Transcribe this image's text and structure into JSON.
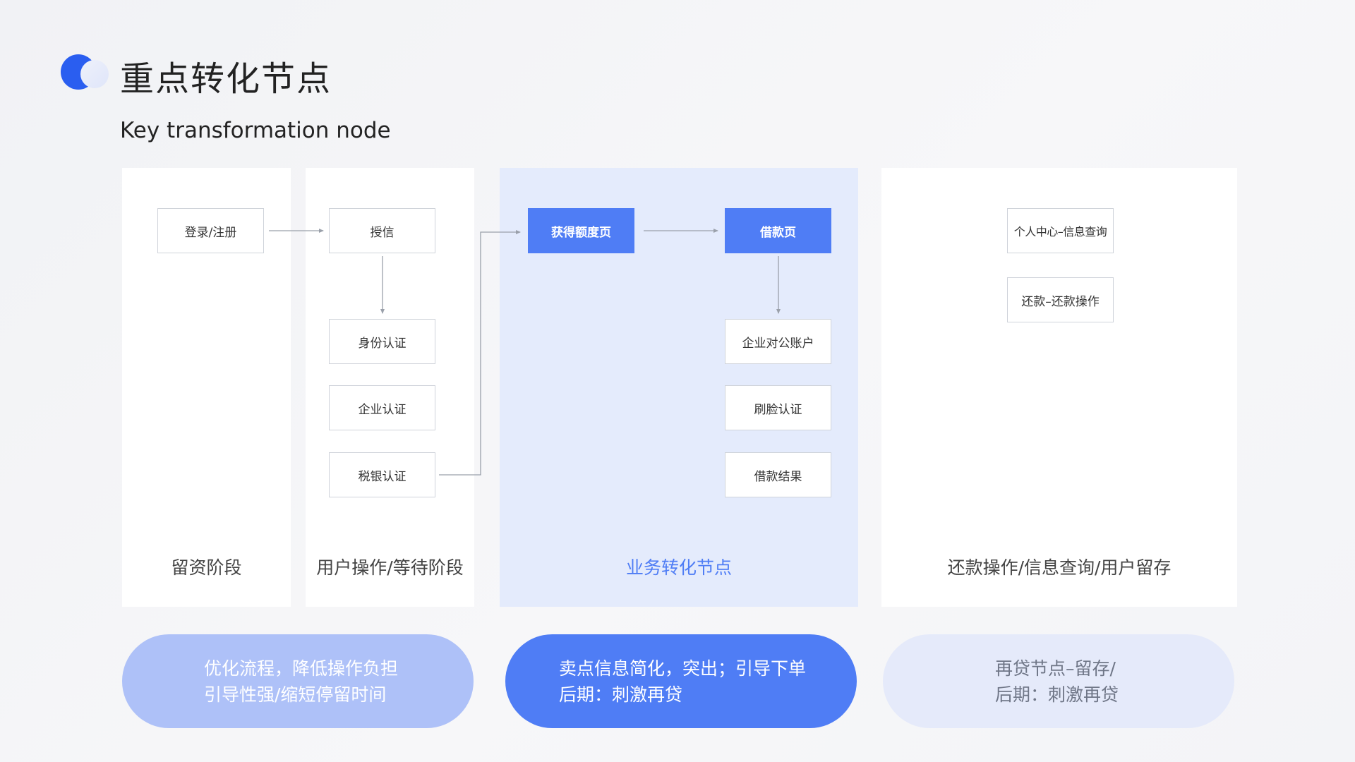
{
  "header": {
    "title": "重点转化节点",
    "subtitle": "Key transformation node"
  },
  "columns": [
    {
      "label": "留资阶段",
      "nodes": [
        "登录/注册"
      ]
    },
    {
      "label": "用户操作/等待阶段",
      "nodes": [
        "授信",
        "身份认证",
        "企业认证",
        "税银认证"
      ]
    },
    {
      "label": "业务转化节点",
      "nodes": [
        "获得额度页",
        "借款页",
        "企业对公账户",
        "刷脸认证",
        "借款结果"
      ]
    },
    {
      "label": "还款操作/信息查询/用户留存",
      "nodes": [
        "个人中心–信息查询",
        "还款–还款操作"
      ]
    }
  ],
  "notes": [
    {
      "line1": "优化流程，降低操作负担",
      "line2": "引导性强/缩短停留时间"
    },
    {
      "line1": "卖点信息简化，突出；引导下单",
      "line2": "后期：刺激再贷"
    },
    {
      "line1": "再贷节点–留存/",
      "line2": "后期：刺激再贷"
    }
  ],
  "colors": {
    "primary": "#4f7df5",
    "panel_highlight": "#e4ebfc",
    "pill_light": "#aec1f8",
    "pill_faint": "#e5eafa",
    "logo": "#2a5ef0",
    "connector": "#9aa0aa"
  },
  "icons": [
    "logo-circle-icon"
  ]
}
